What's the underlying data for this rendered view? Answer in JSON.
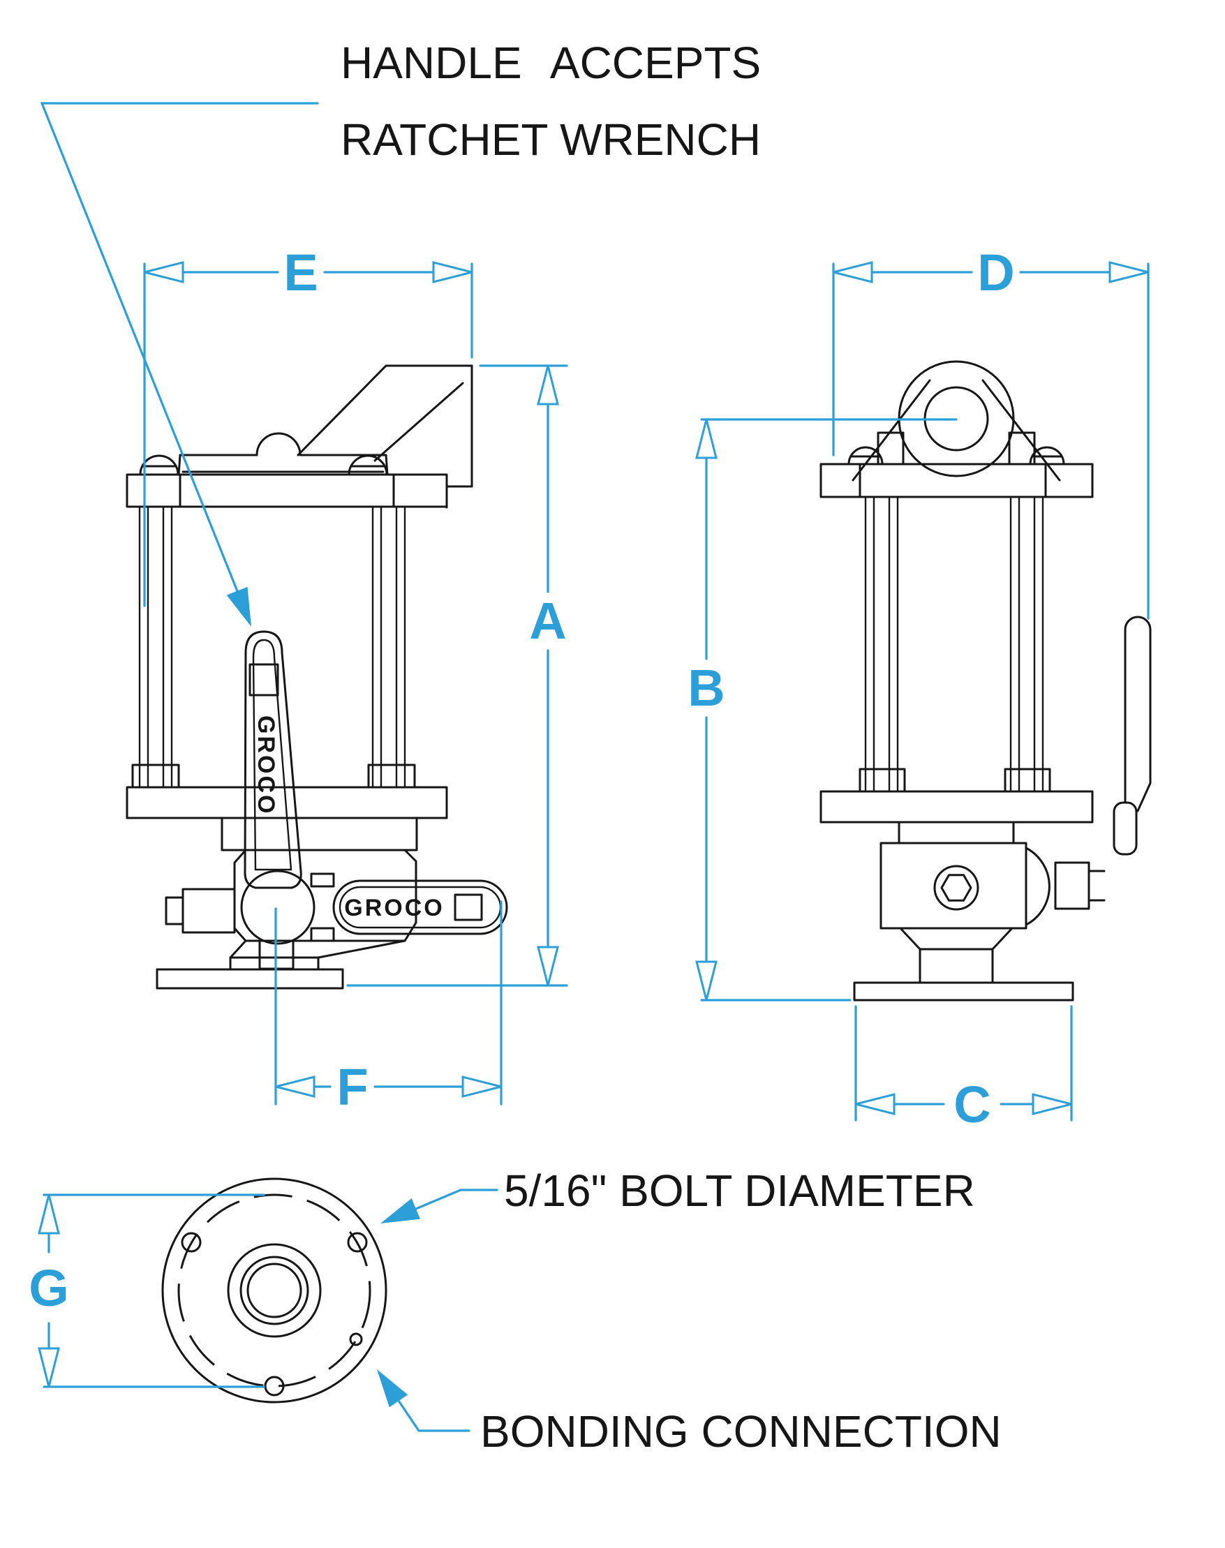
{
  "colors": {
    "dimension_blue": "#2d9fd8",
    "line_black": "#161616",
    "background": "#ffffff"
  },
  "notes": {
    "handle_note_line1": "HANDLE ACCEPTS",
    "handle_note_line2": "RATCHET WRENCH",
    "bolt_note": "5/16\" BOLT DIAMETER",
    "bonding_note": "BONDING CONNECTION"
  },
  "dimensions": {
    "overall_height": "A",
    "height_to_hinge_center": "B",
    "base_width_side_view": "C",
    "overall_width_side_view": "D",
    "overall_width_front_view": "E",
    "centerline_to_handle_end": "F",
    "flange_diameter": "G"
  },
  "brand": {
    "logo_vertical_handle": "GROCO",
    "logo_horizontal_handle": "GROCO"
  }
}
